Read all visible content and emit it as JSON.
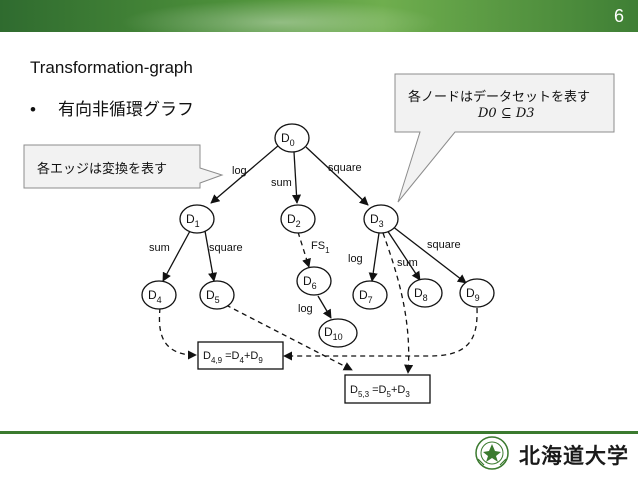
{
  "header": {
    "page_number": "6"
  },
  "title": "Transformation-graph",
  "bullet": {
    "marker": "•",
    "text": "有向非循環グラフ"
  },
  "callout_nodes": {
    "line1": "各ノードはデータセットを表す",
    "line2": "D0 ⊆ D3"
  },
  "callout_edges": {
    "text": "各エッジは変換を表す"
  },
  "graph": {
    "nodes": {
      "d0": {
        "base": "D",
        "sub": "0"
      },
      "d1": {
        "base": "D",
        "sub": "1"
      },
      "d2": {
        "base": "D",
        "sub": "2"
      },
      "d3": {
        "base": "D",
        "sub": "3"
      },
      "d4": {
        "base": "D",
        "sub": "4"
      },
      "d5": {
        "base": "D",
        "sub": "5"
      },
      "d6": {
        "base": "D",
        "sub": "6"
      },
      "d7": {
        "base": "D",
        "sub": "7"
      },
      "d8": {
        "base": "D",
        "sub": "8"
      },
      "d9": {
        "base": "D",
        "sub": "9"
      },
      "d10": {
        "base": "D",
        "sub": "10"
      }
    },
    "edge_labels": {
      "log_d0": "log",
      "sum_d0": "sum",
      "square_d0": "square",
      "sum_d1": "sum",
      "square_d1": "square",
      "fs_base": "FS",
      "fs_sub": "1",
      "log_d6": "log",
      "log_d3": "log",
      "sum_d3": "sum",
      "square_d3": "square"
    },
    "combined": {
      "d49": {
        "base1": "D",
        "sub1": "4,9",
        "eq": " =D",
        "sub2": "4",
        "plus": "+D",
        "sub3": "9"
      },
      "d53": {
        "base1": "D",
        "sub1": "5,3",
        "eq": " =D",
        "sub2": "5",
        "plus": "+D",
        "sub3": "3"
      }
    }
  },
  "footer": {
    "university": "北海道大学",
    "logo_icon": "hokkaido-university-emblem-icon"
  },
  "colors": {
    "header_green": "#4c8f3a",
    "footer_green": "#3b7a2f"
  }
}
